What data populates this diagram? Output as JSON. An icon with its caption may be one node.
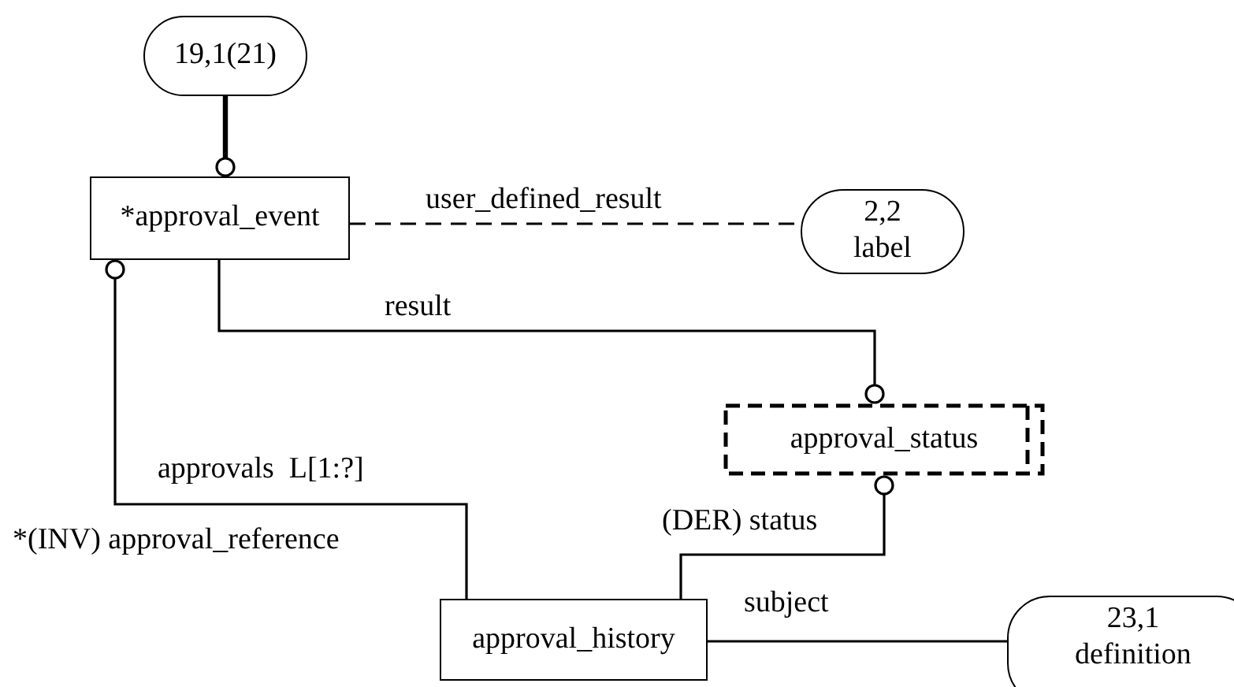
{
  "diagram": {
    "nodes": [
      {
        "text": [
          "19,1(21)"
        ]
      },
      {
        "text": [
          "*approval_event"
        ]
      },
      {
        "text": [
          "2,2 label"
        ]
      },
      {
        "text": [
          "approval_status"
        ]
      },
      {
        "text": [
          "approval_history"
        ]
      },
      {
        "text": [
          "23,1 definition"
        ]
      }
    ],
    "edges": [
      {
        "from": 0,
        "to": 1,
        "arrow": "other",
        "style": "thick"
      },
      {
        "from": 1,
        "to": 2,
        "arrow": "none",
        "style": "dashed",
        "label": "user_defined_result"
      },
      {
        "from": 1,
        "to": 3,
        "arrow": "other",
        "label": "result"
      },
      {
        "from": 4,
        "to": 1,
        "arrow": "other",
        "label": "approvals  L[1:?]"
      },
      {
        "from": 4,
        "to": 3,
        "arrow": "other",
        "label": "(DER) status"
      },
      {
        "from": 4,
        "to": 5,
        "arrow": "none",
        "label": "subject"
      }
    ],
    "labels": [
      "*(INV) approval_reference"
    ]
  }
}
